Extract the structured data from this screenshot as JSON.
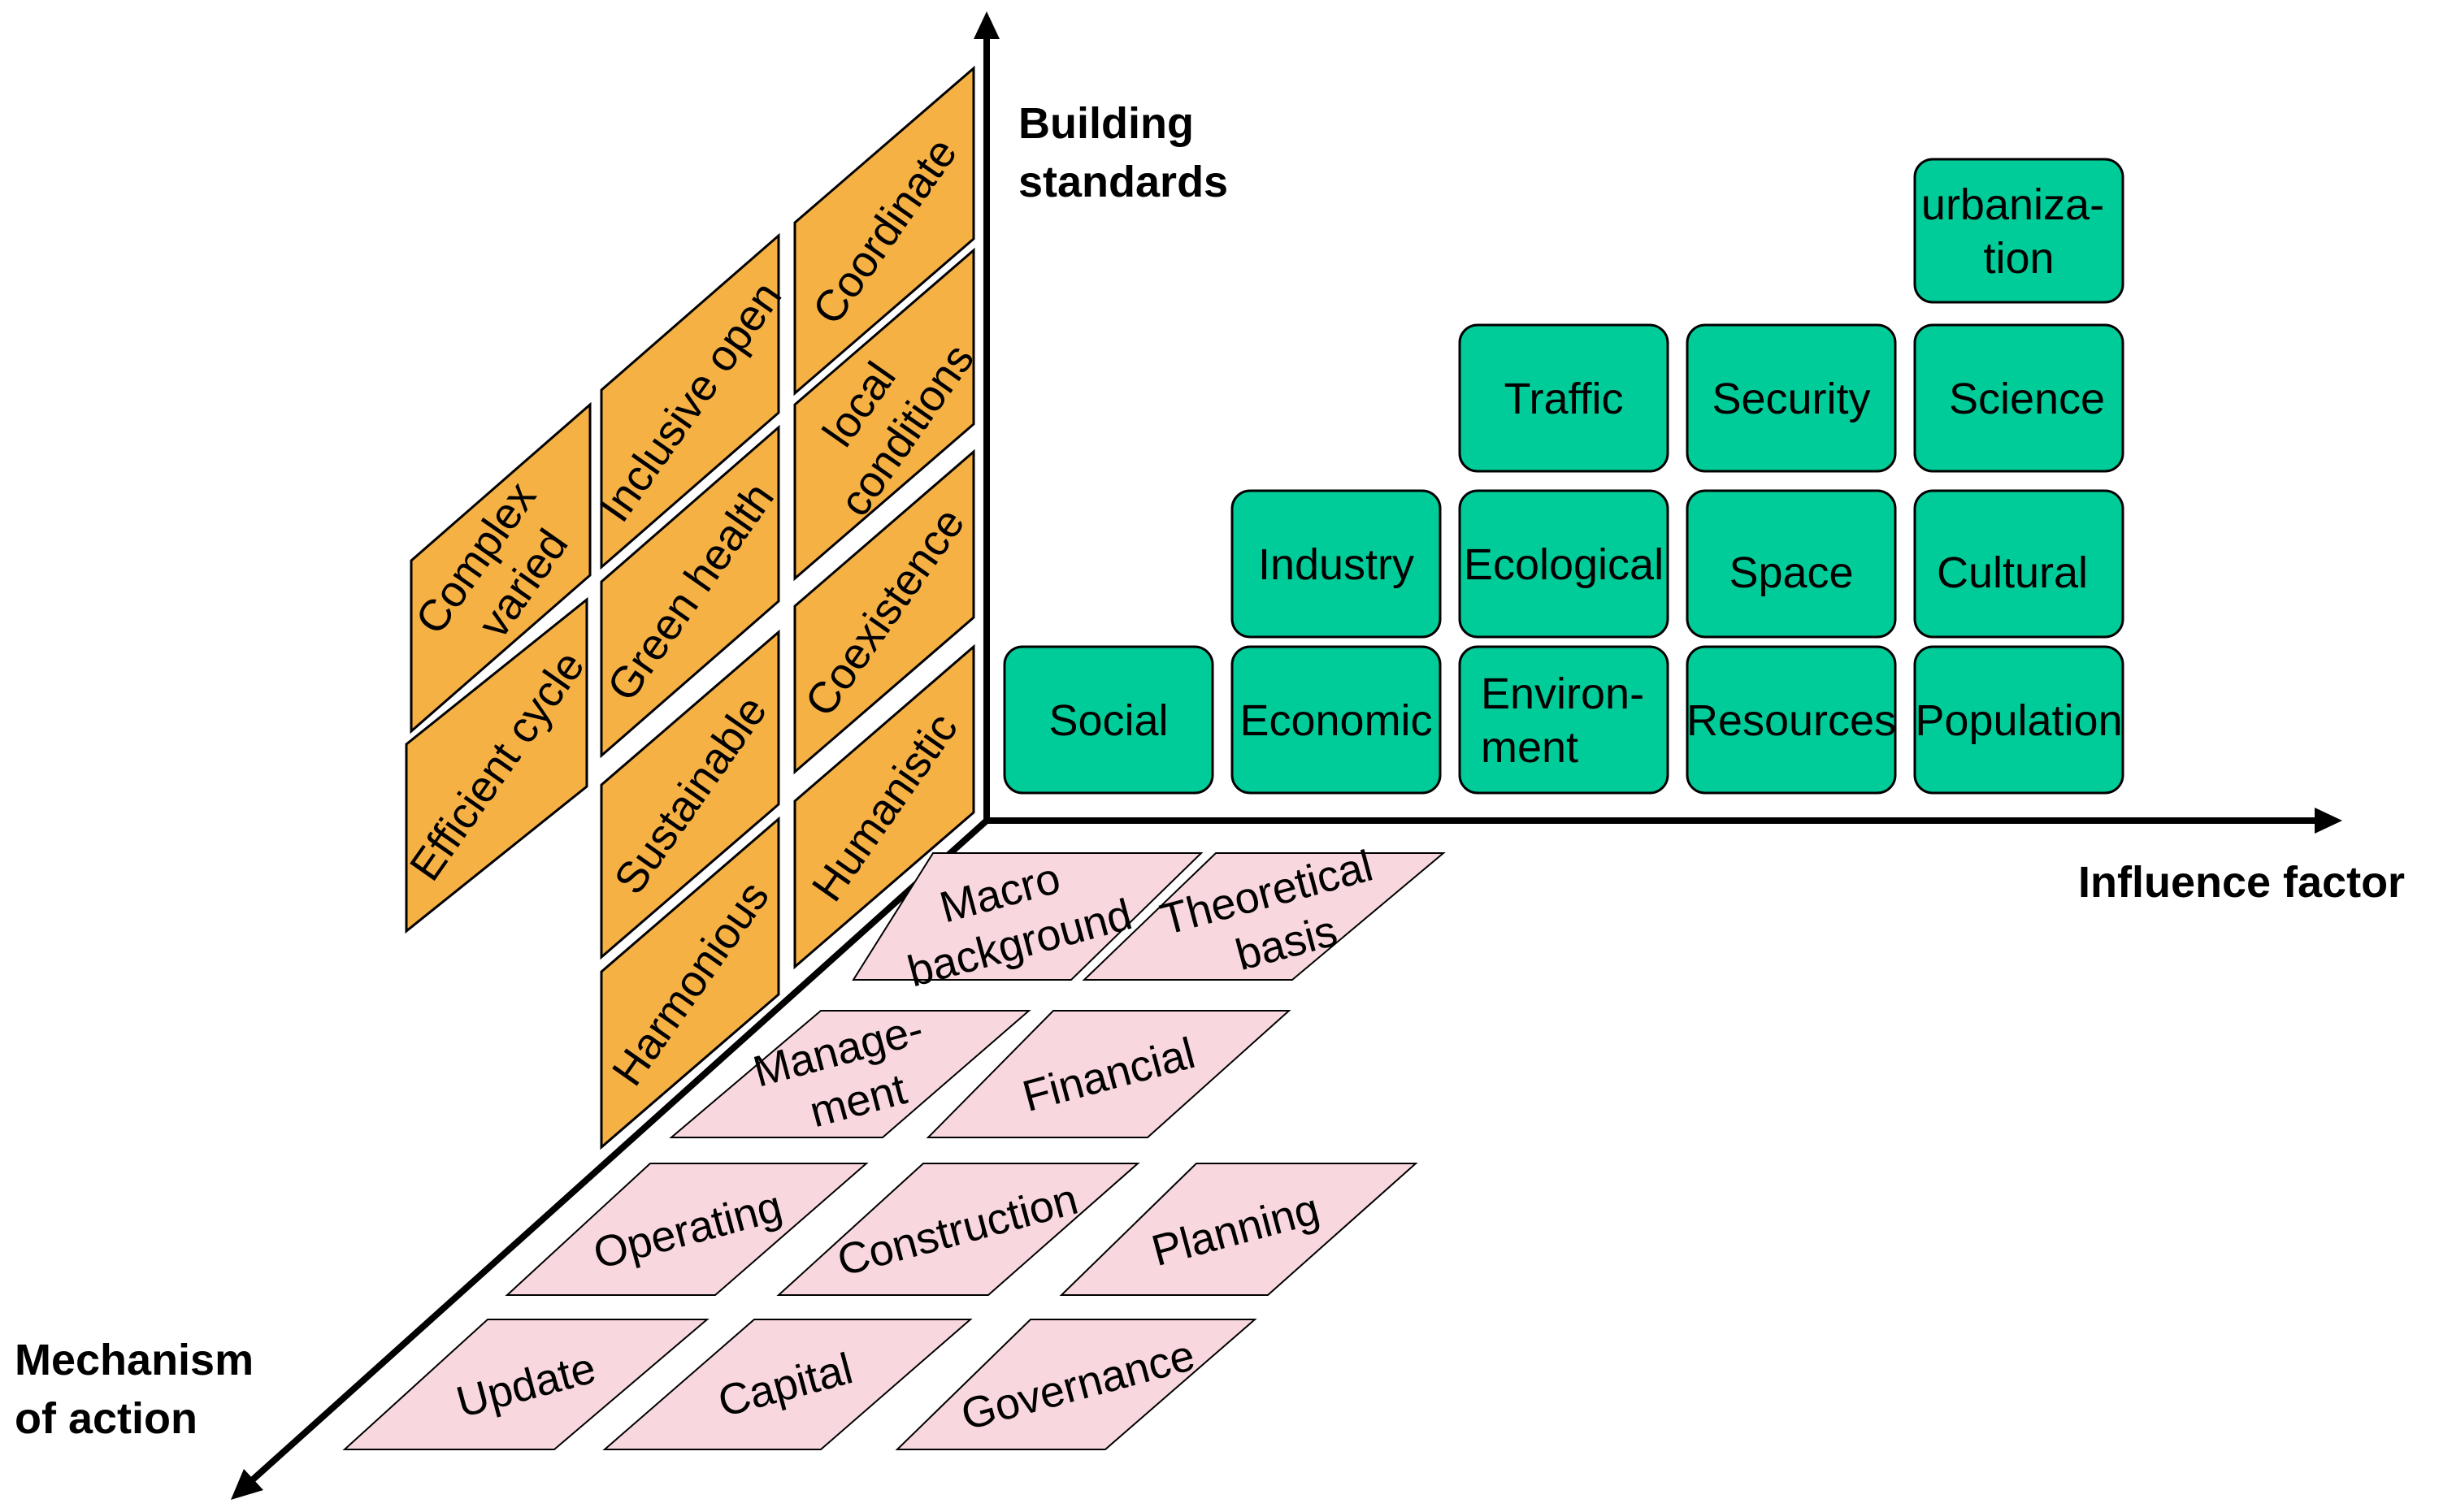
{
  "axes": {
    "building_standards": [
      "Building",
      "standards"
    ],
    "influence_factor": [
      "Influence factor"
    ],
    "mechanism_of_action": [
      "Mechanism",
      "of action"
    ]
  },
  "influence_factors": {
    "social": [
      "Social"
    ],
    "economic": [
      "Economic"
    ],
    "industry": [
      "Industry"
    ],
    "environment": [
      "Environ-",
      "ment"
    ],
    "ecological": [
      "Ecological"
    ],
    "traffic": [
      "Traffic"
    ],
    "resources": [
      "Resources"
    ],
    "space": [
      "Space"
    ],
    "security": [
      "Security"
    ],
    "population": [
      "Population"
    ],
    "cultural": [
      "Cultural"
    ],
    "science": [
      "Science"
    ],
    "urbanization": [
      "urbaniza-",
      "tion"
    ]
  },
  "building_standards": {
    "complex_varied": [
      "Complex",
      "varied"
    ],
    "efficient_cycle": [
      "Efficient cycle"
    ],
    "inclusive_open": [
      "Inclusive open"
    ],
    "green_health": [
      "Green health"
    ],
    "sustainable": [
      "Sustainable"
    ],
    "harmonious": [
      "Harmonious"
    ],
    "coordinate": [
      "Coordinate"
    ],
    "local_conditions": [
      "local",
      "conditions"
    ],
    "coexistence": [
      "Coexistence"
    ],
    "humanistic": [
      "Humanistic"
    ]
  },
  "mechanisms": {
    "macro_background": [
      "Macro",
      "background"
    ],
    "theoretical_basis": [
      "Theoretical",
      "basis"
    ],
    "management": [
      "Manage-",
      "ment"
    ],
    "financial": [
      "Financial"
    ],
    "operating": [
      "Operating"
    ],
    "construction": [
      "Construction"
    ],
    "planning": [
      "Planning"
    ],
    "update": [
      "Update"
    ],
    "capital": [
      "Capital"
    ],
    "governance": [
      "Governance"
    ]
  },
  "colors": {
    "influence_factor_fill": "#00CC99",
    "building_standard_fill": "#F6B144",
    "mechanism_fill": "#F8D8DE",
    "axis": "#000000"
  }
}
